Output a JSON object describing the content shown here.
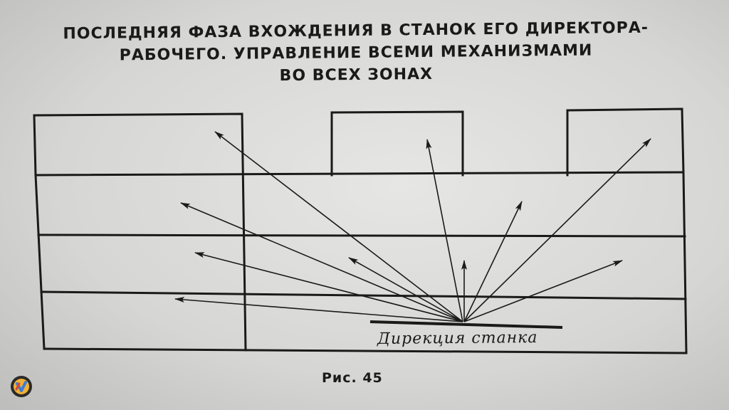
{
  "title": {
    "line1": "ПОСЛЕДНЯЯ ФАЗА ВХОЖДЕНИЯ В СТАНОК ЕГО ДИРЕКТОРА-",
    "line2": "РАБОЧЕГО. УПРАВЛЕНИЕ ВСЕМИ МЕХАНИЗМАМИ",
    "line3": "ВО ВСЕХ ЗОНАХ"
  },
  "diagram": {
    "direction_label": "Дирекция станка",
    "caption": "Рис. 45"
  },
  "overlay": {
    "logo_icon": "app-logo-icon"
  }
}
